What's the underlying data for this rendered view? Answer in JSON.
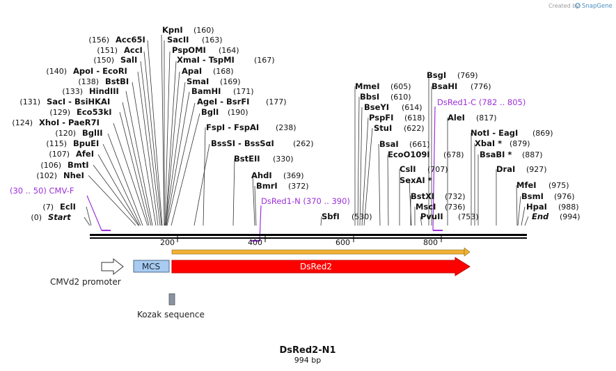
{
  "credit": {
    "prefix": "Created by",
    "brand": "SnapGene"
  },
  "map": {
    "title": "DsRed2-N1",
    "length": "994 bp",
    "ticks": [
      "200",
      "400",
      "600",
      "800"
    ]
  },
  "sites": [
    {
      "name": "KpnI",
      "pos": "(160)",
      "sep": null,
      "name2": null,
      "italic": false
    },
    {
      "name": "Acc65I",
      "pos": "(156)",
      "sep": null,
      "name2": null,
      "italic": false
    },
    {
      "name": "SacII",
      "pos": "(163)",
      "sep": null,
      "name2": null,
      "italic": false
    },
    {
      "name": "AccI",
      "pos": "(151)",
      "sep": null,
      "name2": null,
      "italic": false
    },
    {
      "name": "PspOMI",
      "pos": "(164)",
      "sep": null,
      "name2": null,
      "italic": false
    },
    {
      "name": "SalI",
      "pos": "(150)",
      "sep": null,
      "name2": null,
      "italic": false
    },
    {
      "name": "XmaI",
      "pos": "(167)",
      "sep": "-",
      "name2": "TspMI",
      "italic": false
    },
    {
      "name": "ApoI",
      "pos": "(140)",
      "sep": "-",
      "name2": "EcoRI",
      "italic": false
    },
    {
      "name": "ApaI",
      "pos": "(168)",
      "sep": null,
      "name2": null,
      "italic": false
    },
    {
      "name": "BstBI",
      "pos": "(138)",
      "sep": null,
      "name2": null,
      "italic": false
    },
    {
      "name": "SmaI",
      "pos": "(169)",
      "sep": null,
      "name2": null,
      "italic": false
    },
    {
      "name": "HindIII",
      "pos": "(133)",
      "sep": null,
      "name2": null,
      "italic": false
    },
    {
      "name": "BamHI",
      "pos": "(171)",
      "sep": null,
      "name2": null,
      "italic": false
    },
    {
      "name": "SacI",
      "pos": "(131)",
      "sep": "-",
      "name2": "BsiHKAI",
      "italic": false
    },
    {
      "name": "AgeI",
      "pos": "(177)",
      "sep": "-",
      "name2": "BsrFI",
      "italic": false
    },
    {
      "name": "Eco53kI",
      "pos": "(129)",
      "sep": null,
      "name2": null,
      "italic": false
    },
    {
      "name": "BglI",
      "pos": "(190)",
      "sep": null,
      "name2": null,
      "italic": false
    },
    {
      "name": "XhoI",
      "pos": "(124)",
      "sep": "-",
      "name2": "PaeR7I",
      "italic": false
    },
    {
      "name": "BglII",
      "pos": "(120)",
      "sep": null,
      "name2": null,
      "italic": false
    },
    {
      "name": "FspI",
      "pos": "(238)",
      "sep": "-",
      "name2": "FspAI",
      "italic": false
    },
    {
      "name": "BpuEI",
      "pos": "(115)",
      "sep": null,
      "name2": null,
      "italic": false
    },
    {
      "name": "BssSI",
      "pos": "(262)",
      "sep": "-",
      "name2": "BssSαI",
      "italic": false
    },
    {
      "name": "AfeI",
      "pos": "(107)",
      "sep": null,
      "name2": null,
      "italic": false
    },
    {
      "name": "BstEII",
      "pos": "(330)",
      "sep": null,
      "name2": null,
      "italic": false
    },
    {
      "name": "BmtI",
      "pos": "(106)",
      "sep": null,
      "name2": null,
      "italic": false
    },
    {
      "name": "NheI",
      "pos": "(102)",
      "sep": null,
      "name2": null,
      "italic": false
    },
    {
      "name": "AhdI",
      "pos": "(369)",
      "sep": null,
      "name2": null,
      "italic": false
    },
    {
      "name": "BmrI",
      "pos": "(372)",
      "sep": null,
      "name2": null,
      "italic": false
    },
    {
      "name": "EclI",
      "pos": "(7)",
      "sep": null,
      "name2": null,
      "italic": false
    },
    {
      "name": "Start",
      "pos": "(0)",
      "sep": null,
      "name2": null,
      "italic": true
    },
    {
      "name": "MmeI",
      "pos": "(605)",
      "sep": null,
      "name2": null,
      "italic": false
    },
    {
      "name": "BbsI",
      "pos": "(610)",
      "sep": null,
      "name2": null,
      "italic": false
    },
    {
      "name": "BseYI",
      "pos": "(614)",
      "sep": null,
      "name2": null,
      "italic": false
    },
    {
      "name": "PspFI",
      "pos": "(618)",
      "sep": null,
      "name2": null,
      "italic": false
    },
    {
      "name": "StuI",
      "pos": "(622)",
      "sep": null,
      "name2": null,
      "italic": false
    },
    {
      "name": "BsaI",
      "pos": "(661)",
      "sep": null,
      "name2": null,
      "italic": false
    },
    {
      "name": "EcoO109I",
      "pos": "(678)",
      "sep": null,
      "name2": null,
      "italic": false
    },
    {
      "name": "CslI",
      "pos": "(707)",
      "sep": null,
      "name2": null,
      "italic": false
    },
    {
      "name": "SexAI *",
      "pos": null,
      "sep": null,
      "name2": null,
      "italic": false
    },
    {
      "name": "SbfI",
      "pos": "(530)",
      "sep": null,
      "name2": null,
      "italic": false
    },
    {
      "name": "BstXI",
      "pos": "(732)",
      "sep": null,
      "name2": null,
      "italic": false
    },
    {
      "name": "MscI",
      "pos": "(736)",
      "sep": null,
      "name2": null,
      "italic": false
    },
    {
      "name": "PvuII",
      "pos": "(753)",
      "sep": null,
      "name2": null,
      "italic": false
    },
    {
      "name": "BsgI",
      "pos": "(769)",
      "sep": null,
      "name2": null,
      "italic": false
    },
    {
      "name": "BsaHI",
      "pos": "(776)",
      "sep": null,
      "name2": null,
      "italic": false
    },
    {
      "name": "AleI",
      "pos": "(817)",
      "sep": null,
      "name2": null,
      "italic": false
    },
    {
      "name": "NotI",
      "pos": "(869)",
      "sep": "-",
      "name2": "EagI",
      "italic": false
    },
    {
      "name": "XbaI *",
      "pos": "(879)",
      "sep": null,
      "name2": null,
      "italic": false
    },
    {
      "name": "BsaBI *",
      "pos": "(887)",
      "sep": null,
      "name2": null,
      "italic": false
    },
    {
      "name": "DraI",
      "pos": "(927)",
      "sep": null,
      "name2": null,
      "italic": false
    },
    {
      "name": "MfeI",
      "pos": "(975)",
      "sep": null,
      "name2": null,
      "italic": false
    },
    {
      "name": "BsmI",
      "pos": "(976)",
      "sep": null,
      "name2": null,
      "italic": false
    },
    {
      "name": "HpaI",
      "pos": "(988)",
      "sep": null,
      "name2": null,
      "italic": false
    },
    {
      "name": "End",
      "pos": "(994)",
      "sep": null,
      "name2": null,
      "italic": true
    }
  ],
  "primers": [
    {
      "range": "(30 .. 50)",
      "name": "CMV-F"
    },
    {
      "range": "(370 .. 390)",
      "name": "DsRed1-N"
    },
    {
      "range": "(782 .. 805)",
      "name": "DsRed1-C"
    }
  ],
  "features": {
    "promoter": "CMVd2 promoter",
    "mcs": "MCS",
    "cds": "DsRed2",
    "kozak": "Kozak sequence"
  },
  "colors": {
    "primer": "#9b30d8",
    "cds": "#ff0000",
    "cds_border": "#c00000",
    "mcs": "#a9cbf0",
    "orf": "#f2b134",
    "kozak": "#8a93a3",
    "backbone": "#000000"
  }
}
